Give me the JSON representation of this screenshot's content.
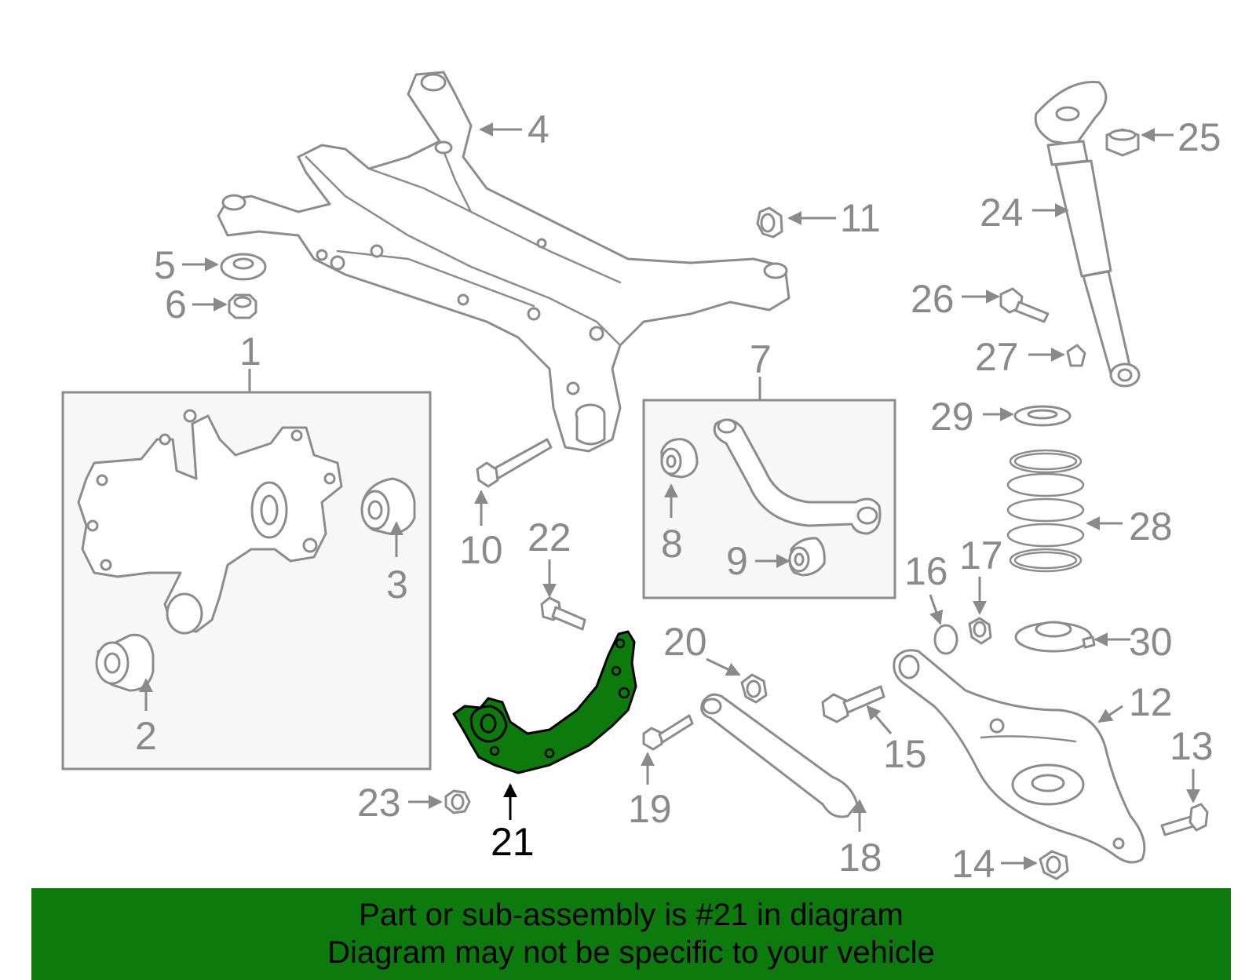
{
  "banner": {
    "line1": "Part or sub-assembly is #21 in diagram",
    "line2": "Diagram may not be specific to your vehicle",
    "color": "#0c7a0c"
  },
  "highlight_color": "#0c7a0c",
  "highlighted_part": "21",
  "callouts": {
    "c1": "1",
    "c2": "2",
    "c3": "3",
    "c4": "4",
    "c5": "5",
    "c6": "6",
    "c7": "7",
    "c8": "8",
    "c9": "9",
    "c10": "10",
    "c11": "11",
    "c12": "12",
    "c13": "13",
    "c14": "14",
    "c15": "15",
    "c16": "16",
    "c17": "17",
    "c18": "18",
    "c19": "19",
    "c20": "20",
    "c21": "21",
    "c22": "22",
    "c23": "23",
    "c24": "24",
    "c25": "25",
    "c26": "26",
    "c27": "27",
    "c28": "28",
    "c29": "29",
    "c30": "30"
  }
}
